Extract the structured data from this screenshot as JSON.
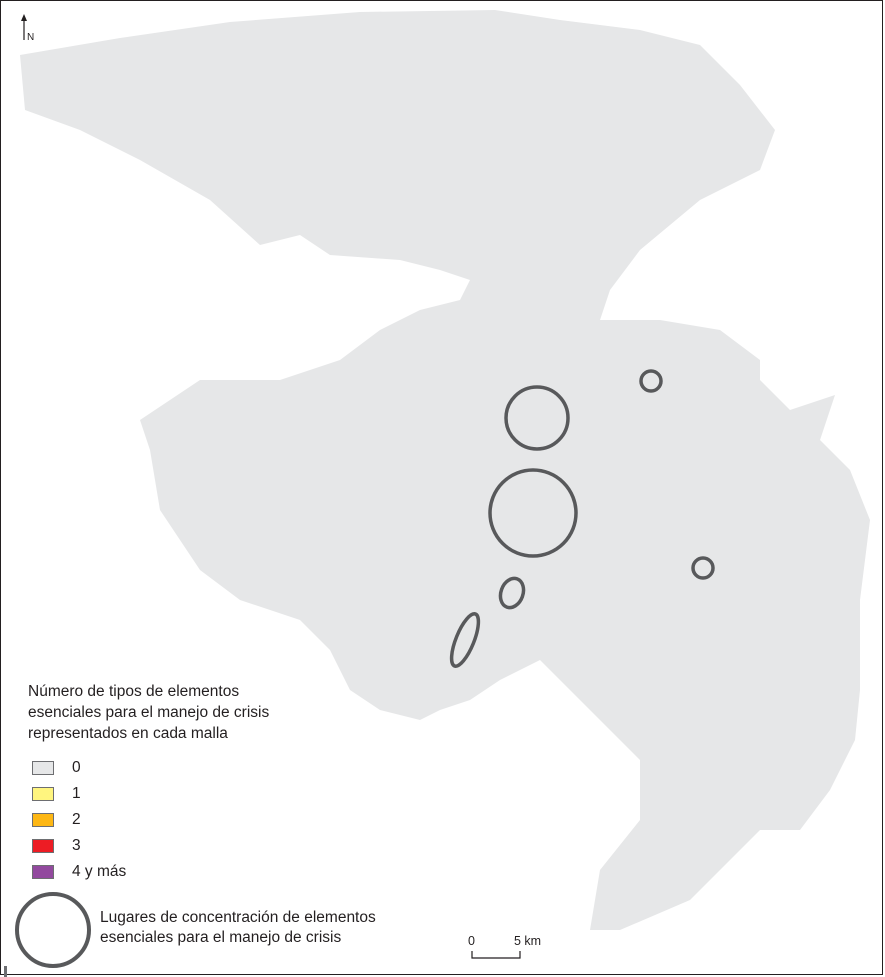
{
  "north": {
    "label": "N"
  },
  "legend": {
    "title_line1": "Número de tipos de elementos",
    "title_line2": "esenciales para el manejo de crisis",
    "title_line3": "representados en cada malla",
    "items": [
      {
        "label": "0",
        "color": "#e6e7e8"
      },
      {
        "label": "1",
        "color": "#fff57f"
      },
      {
        "label": "2",
        "color": "#fdb714"
      },
      {
        "label": "3",
        "color": "#ed1c24"
      },
      {
        "label": "4 y más",
        "color": "#92499e"
      }
    ],
    "circle_line1": "Lugares de concentración de elementos",
    "circle_line2": "esenciales para el manejo de crisis"
  },
  "scale": {
    "start": "0",
    "end": "5 km"
  },
  "colors": {
    "circle": "#58595b",
    "frame": "#231f20"
  }
}
